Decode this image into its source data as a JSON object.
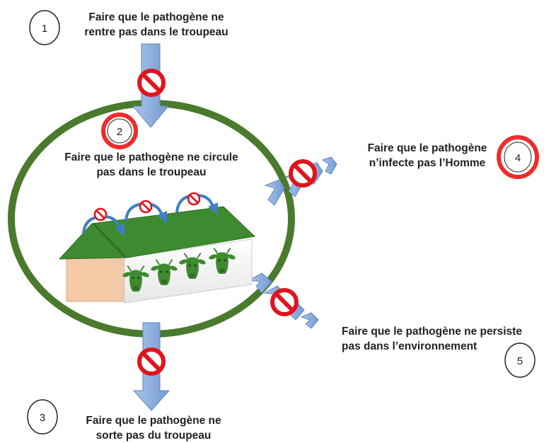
{
  "steps": [
    {
      "number": "1",
      "line1": "Faire que le pathogène ne",
      "line2": "rentre pas dans le troupeau",
      "highlighted": false
    },
    {
      "number": "2",
      "line1": "Faire que le pathogène ne circule",
      "line2": "pas dans le troupeau",
      "highlighted": true
    },
    {
      "number": "3",
      "line1": "Faire que le pathogène ne",
      "line2": "sorte pas du troupeau",
      "highlighted": false
    },
    {
      "number": "4",
      "line1": "Faire que le pathogène",
      "line2": "n’infecte pas l’Homme",
      "highlighted": true
    },
    {
      "number": "5",
      "line1": "Faire que le pathogène ne persiste",
      "line2": "pas dans l’environnement",
      "highlighted": false
    }
  ],
  "colors": {
    "herd_boundary": "#4a7a2c",
    "arrow_fill": "#8fb0de",
    "arrow_stroke": "#5d86c4",
    "prohibition": "#e0141e",
    "highlight_ring": "#ef2b2b",
    "roof": "#3e8a30",
    "wall": "#f2f2f2",
    "gable": "#f4c9a6",
    "cow": "#3e8a30",
    "curve_arrow": "#3f7fc4"
  },
  "icons": [
    "prohibition-icon",
    "cow-head-icon",
    "barn-icon",
    "circular-arrow-icon"
  ]
}
